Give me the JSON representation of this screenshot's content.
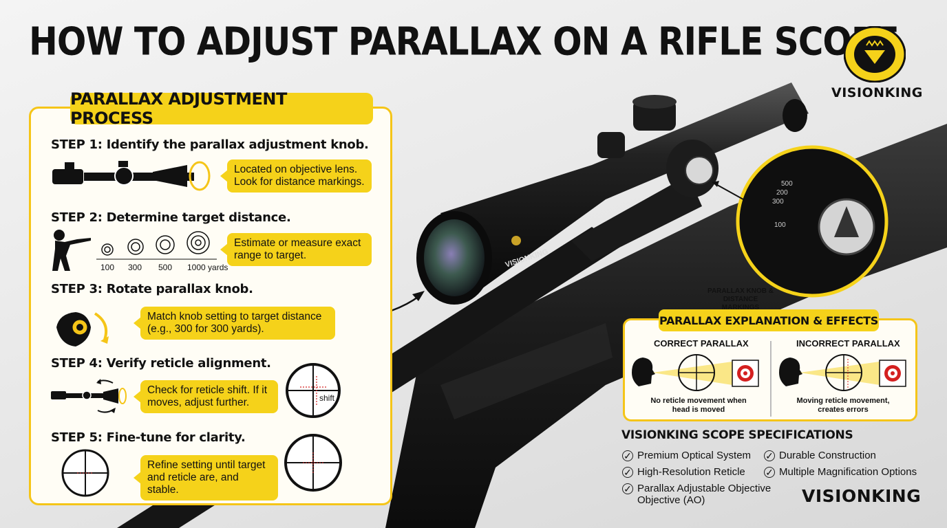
{
  "title": "HOW TO ADJUST PARALLAX ON A RIFLE SCOPE",
  "brand": {
    "name": "VISIONKING",
    "logo_text_top": "VISIONKING",
    "scope_label": "VISIONKING"
  },
  "colors": {
    "accent": "#f5d21a",
    "border": "#f5c518",
    "dark": "#111111",
    "target_red": "#d42020"
  },
  "process": {
    "header": "PARALLAX ADJUSTMENT PROCESS",
    "steps": [
      {
        "title": "STEP 1: Identify the parallax adjustment knob.",
        "note": "Located on objective lens.\nLook for distance markings."
      },
      {
        "title": "STEP 2: Determine target distance.",
        "note": "Estimate or measure exact range to target.",
        "distances": [
          "100",
          "300",
          "500",
          "1000 yards"
        ]
      },
      {
        "title": "STEP 3: Rotate parallax knob.",
        "note": "Match knob setting to target distance (e.g., 300 for 300 yards)."
      },
      {
        "title": "STEP 4: Verify reticle alignment.",
        "note": "Check for reticle shift. If it moves, adjust further.",
        "reticle_label": "shift"
      },
      {
        "title": "STEP 5: Fine-tune for clarity.",
        "note": "Refine setting until target and reticle are, and stable."
      }
    ]
  },
  "knob_caption": "PARALLAX KNOB & DISTANCE MARKINGS",
  "knob_marks": [
    "100",
    "200",
    "300",
    "500"
  ],
  "explanation": {
    "header": "PARALLAX EXPLANATION & EFFECTS",
    "correct": {
      "heading": "CORRECT PARALLAX",
      "note": "No reticle movement when head is moved"
    },
    "incorrect": {
      "heading": "INCORRECT PARALLAX",
      "note": "Moving reticle movement, creates errors"
    }
  },
  "specs": {
    "title": "VISIONKING SCOPE SPECIFICATIONS",
    "items": [
      "Premium Optical System",
      "Durable Construction",
      "High-Resolution Reticle",
      "Multiple Magnification Options",
      "Parallax Adjustable Objective Objective (AO)"
    ]
  }
}
